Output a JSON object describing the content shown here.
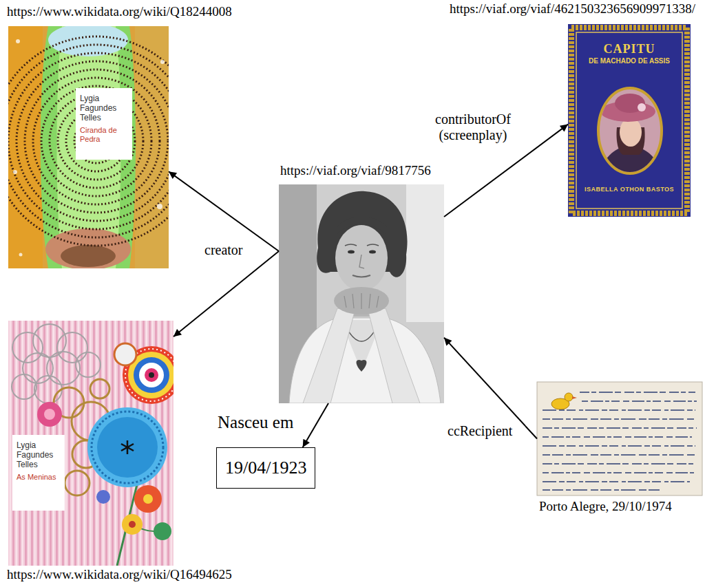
{
  "diagram": {
    "nodes": [
      {
        "text": [
          "https://www.wikidata.org/wiki/Q18244008",
          "Lygia Fagundes Telles",
          "Ciranda de Pedra"
        ]
      },
      {
        "text": [
          "https://viaf.org/viaf/462150323656909971338/",
          "CAPITU",
          "DE MACHADO DE ASSIS",
          "ISABELLA OTHON BASTOS"
        ]
      },
      {
        "text": [
          "https://viaf.org/viaf/9817756"
        ]
      },
      {
        "text": [
          "Lygia Fagundes Telles",
          "As Meninas",
          "https://www.wikidata.org/wiki/Q16494625"
        ]
      },
      {
        "text": [
          "19/04/1923"
        ]
      },
      {
        "text": [
          "Porto Alegre, 29/10/1974"
        ]
      }
    ],
    "edges": [
      {
        "from": 2,
        "to": 0,
        "label": "creator",
        "arrow": "to"
      },
      {
        "from": 2,
        "to": 3,
        "arrow": "to"
      },
      {
        "from": 2,
        "to": 1,
        "label": "contributorOf (screenplay)",
        "arrow": "to"
      },
      {
        "from": 2,
        "to": 4,
        "label": "Nasceu em",
        "arrow": "to"
      },
      {
        "from": 5,
        "to": 2,
        "label": "ccRecipient",
        "arrow": "to"
      }
    ]
  }
}
